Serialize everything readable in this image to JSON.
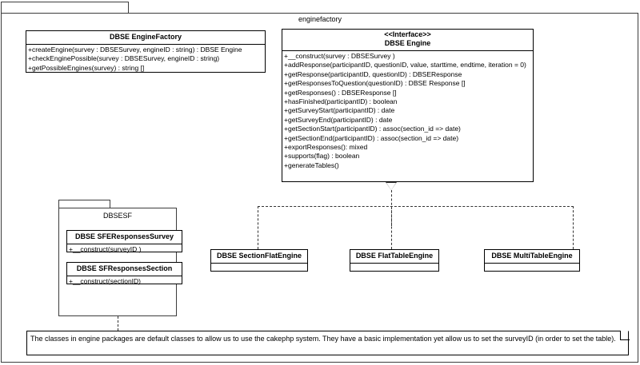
{
  "diagram": {
    "type": "uml-class-diagram",
    "outer_package": {
      "label": "enginefactory"
    },
    "inner_package": {
      "label": "DBSESF"
    }
  },
  "classes": {
    "engine_factory": {
      "name": "DBSE EngineFactory",
      "operations": [
        "+createEngine(survey : DBSESurvey, engineID : string) : DBSE Engine",
        "+checkEnginePossible(survey : DBSESurvey, engineID : string)",
        "+getPossibleEngines(survey) : string []"
      ]
    },
    "dbse_engine": {
      "stereotype": "<<Interface>>",
      "name": "DBSE Engine",
      "operations": [
        "+__construct(survey : DBSESurvey )",
        "+addResponse(participantID, questionID, value, starttime, endtime, iteration = 0)",
        "+getResponse(participantID, questionID) : DBSEResponse",
        "+getResponsesToQuestion(questionID) : DBSE Response []",
        "+getResponses() : DBSEResponse []",
        "+hasFinished(participantID) : boolean",
        "+getSurveyStart(participantID) : date",
        "+getSurveyEnd(participantID) : date",
        "+getSectionStart(participantID) : assoc(section_id => date)",
        "+getSectionEnd(participantID) : assoc(section_id => date)",
        "+exportResponses(): mixed",
        "+supports(flag) : boolean",
        "+generateTables()"
      ]
    },
    "responses_survey": {
      "name": "DBSE SFEResponsesSurvey",
      "operations": [
        "+__construct(surveyID )"
      ]
    },
    "responses_section": {
      "name": "DBSE SFResponsesSection",
      "operations": [
        "+__construct(sectionID)"
      ]
    },
    "section_flat_engine": {
      "name": "DBSE SectionFlatEngine",
      "operations": []
    },
    "flat_table_engine": {
      "name": "DBSE FlatTableEngine",
      "operations": []
    },
    "multi_table_engine": {
      "name": "DBSE MultiTableEngine",
      "operations": []
    }
  },
  "note": {
    "text": "The classes in engine packages are default classes to allow us to use the cakephp system. They have a basic implementation yet allow us to set the surveyID (in order to set the table)."
  },
  "colors": {
    "line": "#333333",
    "border": "#000000",
    "background": "#ffffff",
    "text": "#000000"
  }
}
